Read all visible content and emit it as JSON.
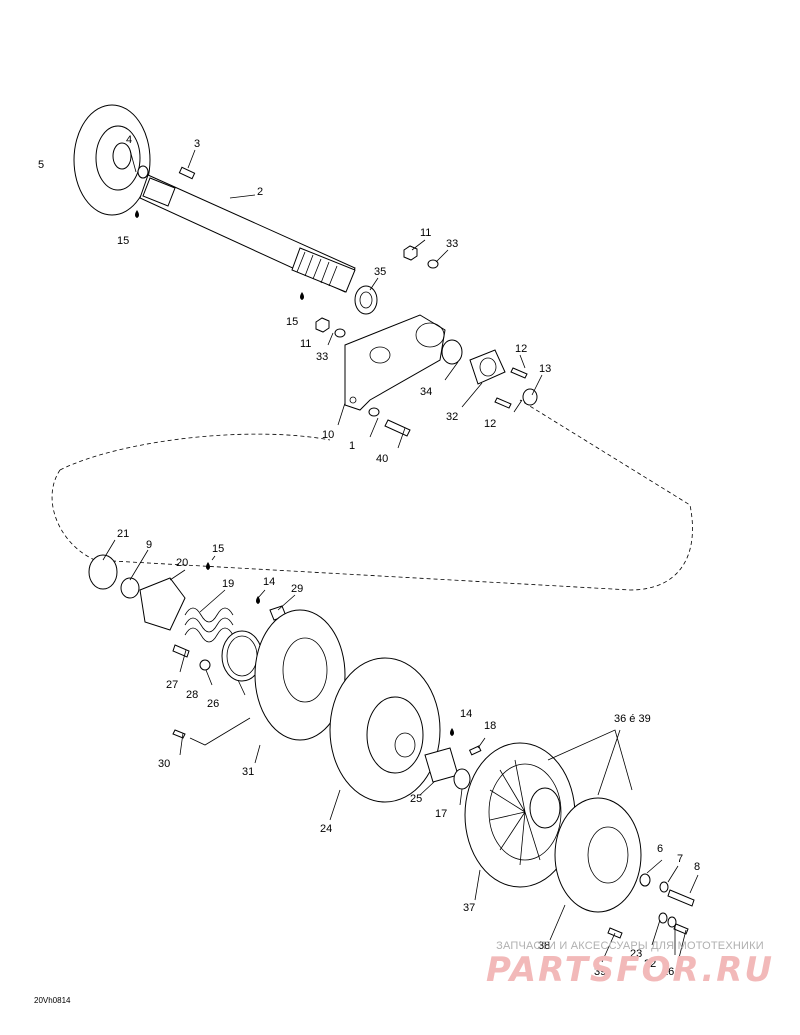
{
  "diagram_code": "20Vh0814",
  "watermark": {
    "tagline": "ЗАПЧАСТИ И АКСЕССУАРЫ ДЛЯ МОТОТЕХНИКИ",
    "logo": "PARTSFOR.RU"
  },
  "callouts": {
    "c1": "1",
    "c2": "2",
    "c3": "3",
    "c4": "4",
    "c5": "5",
    "c6": "6",
    "c7": "7",
    "c8": "8",
    "c9": "9",
    "c10": "10",
    "c11a": "11",
    "c11b": "11",
    "c12a": "12",
    "c12b": "12",
    "c13": "13",
    "c14a": "14",
    "c14b": "14",
    "c15a": "15",
    "c15b": "15",
    "c15c": "15",
    "c16": "16",
    "c17": "17",
    "c18": "18",
    "c19": "19",
    "c20": "20",
    "c21": "21",
    "c22": "22",
    "c23": "23",
    "c24": "24",
    "c25": "25",
    "c26": "26",
    "c27": "27",
    "c28": "28",
    "c29": "29",
    "c30": "30",
    "c31": "31",
    "c32": "32",
    "c33a": "33",
    "c33b": "33",
    "c34": "34",
    "c35": "35",
    "c36": "36 é 39",
    "c37": "37",
    "c38": "38",
    "c39": "39",
    "c40": "40"
  }
}
